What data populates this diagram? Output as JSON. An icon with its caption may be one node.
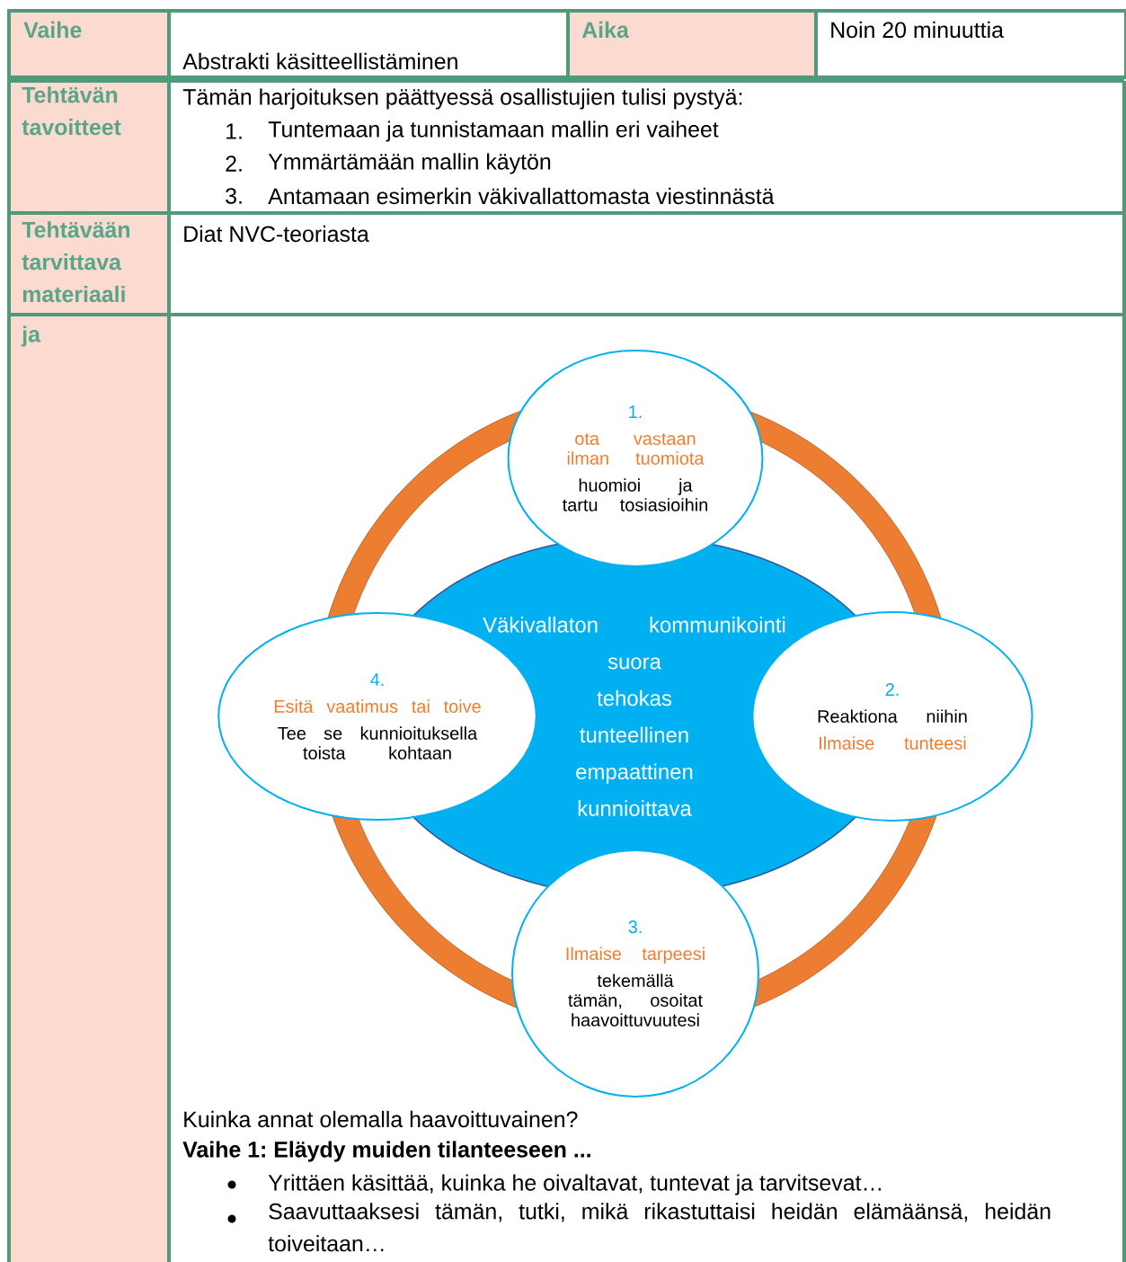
{
  "diagram": {
    "nodes": [
      {
        "text": [
          "Väkivallaton kommunikointi",
          "suora",
          "tehokas",
          "tunteellinen",
          "empaattinen",
          "kunnioittava"
        ]
      },
      {
        "text": [
          "1.",
          "ota vastaan ilman tuomiota",
          "huomioi ja tartu tosiasioihin"
        ]
      },
      {
        "text": [
          "2.",
          "Reaktiona niihin",
          "Ilmaise tunteesi"
        ]
      },
      {
        "text": [
          "3.",
          "Ilmaise tarpeesi",
          "tekemällä tämän, osoitat haavoittuvuutesi"
        ]
      },
      {
        "text": [
          "4.",
          "Esitä vaatimus tai toive",
          "Tee se kunnioituksella toista kohtaan"
        ]
      }
    ],
    "labels": [
      "Vaihe",
      "Abstrakti käsitteellistäminen",
      "Aika",
      "Noin 20 minuuttia",
      "Tehtävän tavoitteet",
      "Tämän harjoituksen päättyessä osallistujien tulisi pystyä:",
      "1.",
      "Tuntemaan ja tunnistamaan mallin eri vaiheet",
      "2.",
      "Ymmärtämään mallin käytön",
      "3.",
      "Antamaan esimerkin väkivallattomasta viestinnästä",
      "Tehtävään tarvittava materiaali",
      "Diat NVC-teoriasta",
      "ja",
      "Kuinka annat olemalla haavoittuvainen?",
      "Vaihe 1: Eläydy muiden tilanteeseen ...",
      "Yrittäen käsittää, kuinka he oivaltavat, tuntevat ja tarvitsevat…",
      "Saavuttaaksesi tämän, tutki, mikä rikastuttaisi heidän elämäänsä, heidän toiveitaan…"
    ]
  }
}
